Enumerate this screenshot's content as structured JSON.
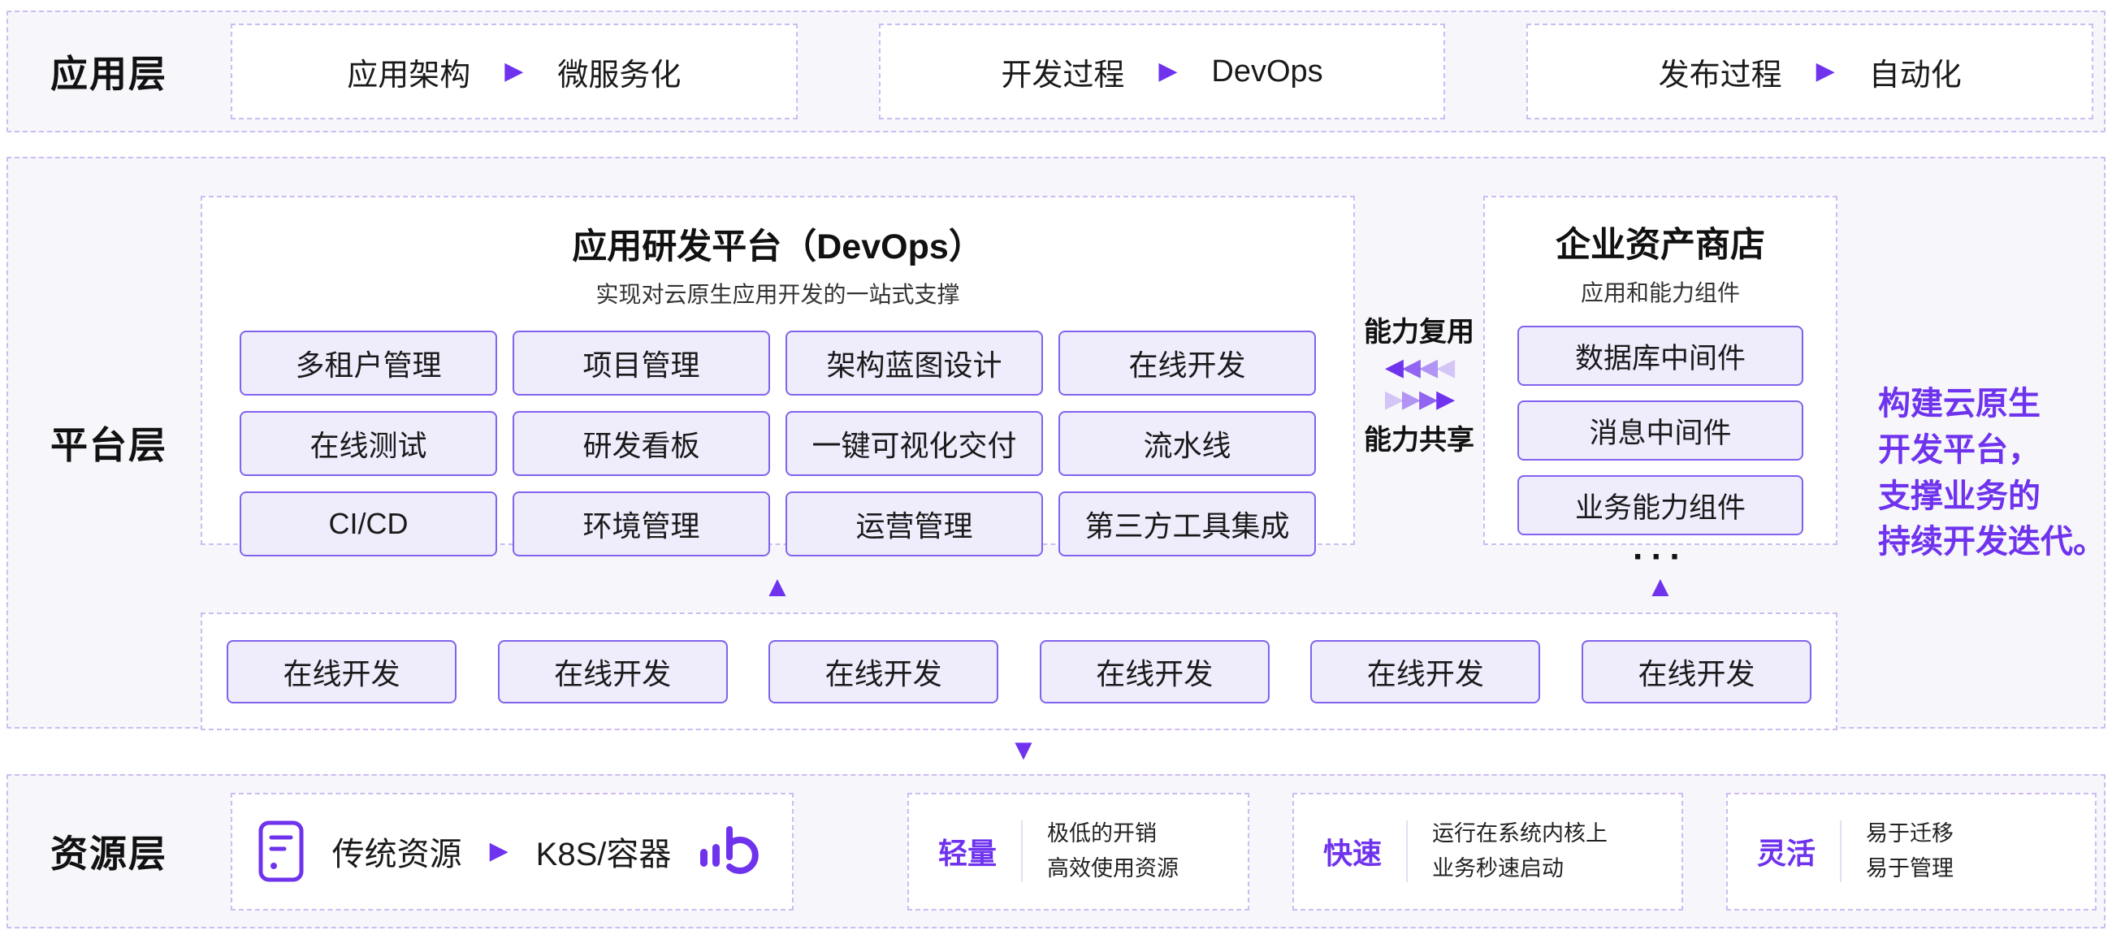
{
  "colors": {
    "accent": "#6F33EE",
    "border_dashed": "#CDBBF4",
    "band_bg": "#F7F7FB",
    "item_bg": "#EFECFC",
    "item_border": "#8163EE"
  },
  "icons": {
    "play_right": "▶",
    "tri_left": "◀",
    "tri_right": "▶",
    "tri_up": "▲",
    "tri_down": "▼"
  },
  "app_layer": {
    "label": "应用层",
    "items": [
      {
        "left": "应用架构",
        "right": "微服务化"
      },
      {
        "left": "开发过程",
        "right": "DevOps"
      },
      {
        "left": "发布过程",
        "right": "自动化"
      }
    ]
  },
  "platform_layer": {
    "label": "平台层",
    "devops": {
      "title": "应用研发平台（DevOps）",
      "subtitle": "实现对云原生应用开发的一站式支撑",
      "items": [
        "多租户管理",
        "项目管理",
        "架构蓝图设计",
        "在线开发",
        "在线测试",
        "研发看板",
        "一键可视化交付",
        "流水线",
        "CI/CD",
        "环境管理",
        "运营管理",
        "第三方工具集成"
      ]
    },
    "capability": {
      "reuse": "能力复用",
      "share": "能力共享"
    },
    "asset_store": {
      "title": "企业资产商店",
      "subtitle": "应用和能力组件",
      "items": [
        "数据库中间件",
        "消息中间件",
        "业务能力组件"
      ],
      "more": "···"
    },
    "slogan_lines": [
      "构建云原生",
      "开发平台，",
      "支撑业务的",
      "持续开发迭代。"
    ],
    "bottom_items": [
      "在线开发",
      "在线开发",
      "在线开发",
      "在线开发",
      "在线开发",
      "在线开发"
    ]
  },
  "resource_layer": {
    "label": "资源层",
    "transition": {
      "left": "传统资源",
      "right": "K8S/容器"
    },
    "features": [
      {
        "keyword": "轻量",
        "lines": [
          "极低的开销",
          "高效使用资源"
        ]
      },
      {
        "keyword": "快速",
        "lines": [
          "运行在系统内核上",
          "业务秒速启动"
        ]
      },
      {
        "keyword": "灵活",
        "lines": [
          "易于迁移",
          "易于管理"
        ]
      }
    ]
  }
}
